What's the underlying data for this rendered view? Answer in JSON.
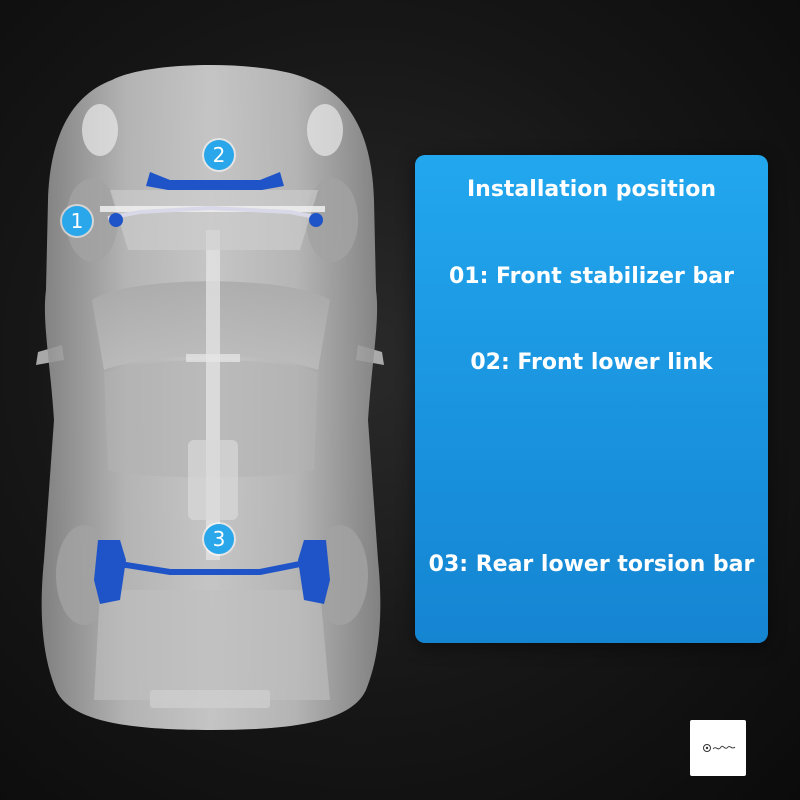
{
  "markers": [
    "1",
    "2",
    "3"
  ],
  "panel": {
    "title": "Installation position",
    "item_01": "01: Front stabilizer bar",
    "item_02": "02: Front lower link",
    "item_03": "03: Rear lower torsion bar"
  },
  "colors": {
    "panel_blue": "#1a93de",
    "marker_blue": "#2aa6ea",
    "part_blue": "#1f54c8",
    "background": "#161616"
  },
  "icons": [
    "car-xray-illustration",
    "brand-logo-icon"
  ]
}
